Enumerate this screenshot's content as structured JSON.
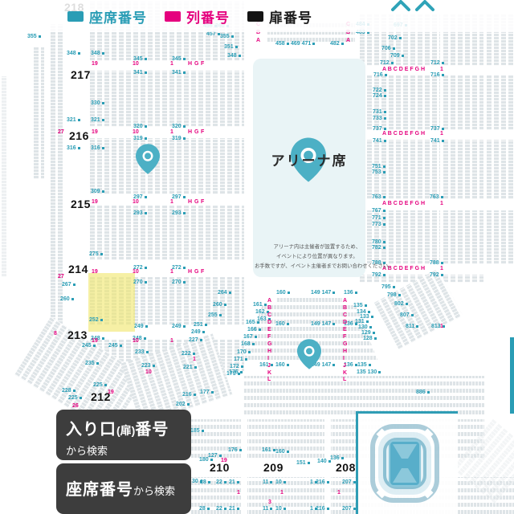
{
  "legend": {
    "items": [
      {
        "label": "座席番号",
        "color": "#2a9db5"
      },
      {
        "label": "列番号",
        "color": "#e5007e"
      },
      {
        "label": "扉番号",
        "color": "#141414"
      }
    ]
  },
  "arena": {
    "title": "アリーナ席",
    "notes": [
      "アリーナ内は主催者が設置するため、",
      "イベントにより位置が異なります。",
      "お手数ですが、イベント主催者までお問い合わせください。"
    ]
  },
  "search_buttons": {
    "entrance": {
      "part1": "入り口",
      "part2": "(扉)",
      "part3": "番号",
      "line2": "から検索"
    },
    "seat": {
      "big": "座席番号",
      "small": "から検索"
    }
  },
  "colors": {
    "seat_number": "#2a9db5",
    "row_number": "#e5007e",
    "door_number": "#1a1a1a",
    "pin": "#4cb0c5",
    "highlight": "#efe87a",
    "minimap_accent": "#2f9db5",
    "panel_bg": "#e9f4f6"
  },
  "icons": {
    "close": "collapse-icon",
    "pin": "location-pin",
    "minimap": "venue-overview"
  },
  "map": {
    "door_numbers": [
      [
        "218",
        80,
        2
      ],
      [
        "217",
        88,
        86
      ],
      [
        "216",
        86,
        162
      ],
      [
        "215",
        88,
        247
      ],
      [
        "214",
        85,
        328
      ],
      [
        "213",
        84,
        410
      ],
      [
        "212",
        113,
        487
      ],
      [
        "210",
        261,
        575
      ],
      [
        "209",
        328,
        575
      ],
      [
        "208",
        418,
        575
      ]
    ],
    "seat_numbers": [
      [
        "355",
        34,
        42
      ],
      [
        "360",
        268,
        29
      ],
      [
        "355",
        274,
        42
      ],
      [
        "351",
        279,
        55
      ],
      [
        "348",
        283,
        66
      ],
      [
        "456",
        253,
        29
      ],
      [
        "457",
        257,
        39
      ],
      [
        "458",
        343,
        51
      ],
      [
        "469 471",
        362,
        51
      ],
      [
        "482",
        411,
        51
      ],
      [
        "484",
        443,
        27
      ],
      [
        "483",
        443,
        37
      ],
      [
        "697",
        490,
        28
      ],
      [
        "702",
        483,
        44
      ],
      [
        "706",
        475,
        57
      ],
      [
        "709",
        486,
        66
      ],
      [
        "712",
        473,
        75
      ],
      [
        "712",
        536,
        75
      ],
      [
        "716",
        465,
        90
      ],
      [
        "716",
        536,
        90
      ],
      [
        "722",
        464,
        109
      ],
      [
        "724",
        464,
        116
      ],
      [
        "731",
        464,
        136
      ],
      [
        "733",
        464,
        144
      ],
      [
        "737",
        464,
        157
      ],
      [
        "737",
        536,
        157
      ],
      [
        "741",
        464,
        172
      ],
      [
        "741",
        536,
        172
      ],
      [
        "751",
        463,
        204
      ],
      [
        "753",
        463,
        211
      ],
      [
        "763",
        463,
        242
      ],
      [
        "763",
        535,
        242
      ],
      [
        "767",
        463,
        259
      ],
      [
        "771",
        463,
        268
      ],
      [
        "773",
        463,
        276
      ],
      [
        "780",
        463,
        298
      ],
      [
        "782",
        463,
        305
      ],
      [
        "788",
        463,
        324
      ],
      [
        "788",
        535,
        324
      ],
      [
        "792",
        463,
        339
      ],
      [
        "792",
        535,
        339
      ],
      [
        "795",
        475,
        354
      ],
      [
        "798",
        482,
        364
      ],
      [
        "802",
        491,
        375
      ],
      [
        "807",
        498,
        389
      ],
      [
        "811",
        505,
        403
      ],
      [
        "813",
        537,
        403
      ],
      [
        "886",
        518,
        485
      ],
      [
        "348",
        83,
        63
      ],
      [
        "348",
        113,
        63
      ],
      [
        "345",
        166,
        70
      ],
      [
        "345",
        214,
        70
      ],
      [
        "341",
        166,
        87
      ],
      [
        "341",
        214,
        87
      ],
      [
        "330",
        113,
        125
      ],
      [
        "321",
        83,
        146
      ],
      [
        "321",
        113,
        146
      ],
      [
        "320",
        166,
        154
      ],
      [
        "320",
        214,
        154
      ],
      [
        "319",
        166,
        169
      ],
      [
        "319",
        214,
        169
      ],
      [
        "316",
        83,
        181
      ],
      [
        "316",
        113,
        181
      ],
      [
        "309",
        113,
        235
      ],
      [
        "297",
        166,
        242
      ],
      [
        "297",
        214,
        242
      ],
      [
        "293",
        166,
        262
      ],
      [
        "293",
        214,
        262
      ],
      [
        "275",
        111,
        313
      ],
      [
        "272",
        166,
        330
      ],
      [
        "272",
        214,
        330
      ],
      [
        "270",
        166,
        348
      ],
      [
        "270",
        214,
        348
      ],
      [
        "267",
        77,
        351
      ],
      [
        "260",
        75,
        369
      ],
      [
        "252",
        111,
        395
      ],
      [
        "249",
        167,
        403
      ],
      [
        "249",
        214,
        403
      ],
      [
        "248",
        113,
        418
      ],
      [
        "248",
        165,
        418
      ],
      [
        "245",
        102,
        427
      ],
      [
        "245",
        135,
        427
      ],
      [
        "235",
        106,
        449
      ],
      [
        "233",
        168,
        435
      ],
      [
        "228",
        77,
        483
      ],
      [
        "225",
        116,
        476
      ],
      [
        "225",
        85,
        492
      ],
      [
        "223",
        176,
        452
      ],
      [
        "222",
        226,
        437
      ],
      [
        "221",
        228,
        454
      ],
      [
        "227",
        235,
        420
      ],
      [
        "216",
        227,
        488
      ],
      [
        "202",
        219,
        500
      ],
      [
        "264",
        271,
        361
      ],
      [
        "260",
        265,
        376
      ],
      [
        "255",
        259,
        389
      ],
      [
        "251",
        241,
        401
      ],
      [
        "249",
        238,
        410
      ],
      [
        "160",
        344,
        361
      ],
      [
        "149 147",
        387,
        361
      ],
      [
        "136",
        428,
        361
      ],
      [
        "161",
        315,
        376
      ],
      [
        "162",
        318,
        385
      ],
      [
        "163",
        320,
        394
      ],
      [
        "165",
        306,
        398
      ],
      [
        "166",
        308,
        407
      ],
      [
        "167",
        303,
        416
      ],
      [
        "168",
        300,
        425
      ],
      [
        "170",
        295,
        435
      ],
      [
        "171",
        291,
        444
      ],
      [
        "172",
        286,
        453
      ],
      [
        "173",
        282,
        462
      ],
      [
        "160",
        343,
        400
      ],
      [
        "149 147",
        387,
        400
      ],
      [
        "136",
        428,
        400
      ],
      [
        "161",
        323,
        451
      ],
      [
        "160",
        343,
        451
      ],
      [
        "149 147",
        387,
        451
      ],
      [
        "136",
        428,
        451
      ],
      [
        "135",
        445,
        451
      ],
      [
        "176",
        285,
        460
      ],
      [
        "135 130",
        444,
        460
      ],
      [
        "135",
        440,
        377
      ],
      [
        "134",
        444,
        385
      ],
      [
        "133",
        448,
        391
      ],
      [
        "131",
        442,
        397
      ],
      [
        "130",
        446,
        404
      ],
      [
        "129",
        450,
        411
      ],
      [
        "128",
        452,
        418
      ],
      [
        "177",
        249,
        485
      ],
      [
        "185",
        237,
        533
      ],
      [
        "180",
        248,
        569
      ],
      [
        "127",
        259,
        564
      ],
      [
        "176",
        284,
        557
      ],
      [
        "161",
        326,
        557
      ],
      [
        "160",
        343,
        559
      ],
      [
        "151",
        369,
        573
      ],
      [
        "140",
        395,
        571
      ],
      [
        "136",
        411,
        567
      ],
      [
        "30",
        239,
        596
      ],
      [
        "28",
        249,
        597
      ],
      [
        "22",
        269,
        597
      ],
      [
        "21",
        285,
        597
      ],
      [
        "11",
        327,
        597
      ],
      [
        "10",
        343,
        597
      ],
      [
        "1",
        386,
        597
      ],
      [
        "216",
        393,
        597
      ],
      [
        "207",
        426,
        597
      ],
      [
        "28",
        248,
        630
      ],
      [
        "22",
        269,
        630
      ],
      [
        "21",
        285,
        630
      ],
      [
        "11",
        327,
        630
      ],
      [
        "10",
        343,
        630
      ],
      [
        "1",
        386,
        630
      ],
      [
        "216",
        393,
        630
      ],
      [
        "207",
        426,
        630
      ]
    ],
    "row_labels": [
      [
        "C",
        319,
        27
      ],
      [
        "B",
        319,
        37
      ],
      [
        "A",
        319,
        47
      ],
      [
        "C",
        431,
        27
      ],
      [
        "B",
        431,
        37
      ],
      [
        "A",
        431,
        47
      ],
      [
        "A B C D E F G H",
        476,
        83
      ],
      [
        "1",
        548,
        83
      ],
      [
        "A B C D E F G H",
        476,
        163
      ],
      [
        "1",
        548,
        163
      ],
      [
        "A B C D E F G H",
        476,
        250
      ],
      [
        "1",
        548,
        250
      ],
      [
        "A B C D E F G H",
        476,
        331
      ],
      [
        "1",
        548,
        331
      ],
      [
        "1",
        548,
        403
      ],
      [
        "19",
        114,
        76
      ],
      [
        "10",
        165,
        76
      ],
      [
        "1",
        212,
        76
      ],
      [
        "H",
        234,
        76
      ],
      [
        "G",
        242,
        76
      ],
      [
        "F",
        250,
        76
      ],
      [
        "27",
        72,
        161
      ],
      [
        "19",
        114,
        161
      ],
      [
        "10",
        165,
        161
      ],
      [
        "1",
        212,
        161
      ],
      [
        "H",
        234,
        161
      ],
      [
        "G",
        242,
        161
      ],
      [
        "F",
        250,
        161
      ],
      [
        "19",
        114,
        248
      ],
      [
        "10",
        165,
        248
      ],
      [
        "1",
        212,
        248
      ],
      [
        "H",
        234,
        248
      ],
      [
        "G",
        242,
        248
      ],
      [
        "F",
        250,
        248
      ],
      [
        "27",
        72,
        341
      ],
      [
        "19",
        114,
        335
      ],
      [
        "10",
        165,
        335
      ],
      [
        "1",
        212,
        335
      ],
      [
        "H",
        234,
        335
      ],
      [
        "G",
        242,
        335
      ],
      [
        "F",
        250,
        335
      ],
      [
        "8",
        67,
        412
      ],
      [
        "19",
        114,
        421
      ],
      [
        "10",
        165,
        421
      ],
      [
        "1",
        212,
        421
      ],
      [
        "26",
        90,
        502
      ],
      [
        "19",
        134,
        485
      ],
      [
        "10",
        181,
        460
      ],
      [
        "1",
        240,
        444
      ],
      [
        "19",
        275,
        570
      ],
      [
        "1",
        295,
        610
      ],
      [
        "1",
        349,
        610
      ],
      [
        "3",
        334,
        622
      ],
      [
        "1",
        420,
        610
      ],
      [
        "A",
        333,
        371
      ],
      [
        "B",
        333,
        380
      ],
      [
        "C",
        333,
        389
      ],
      [
        "D",
        333,
        398
      ],
      [
        "E",
        333,
        407
      ],
      [
        "F",
        333,
        416
      ],
      [
        "G",
        333,
        425
      ],
      [
        "H",
        333,
        434
      ],
      [
        "I",
        333,
        443
      ],
      [
        "J",
        333,
        452
      ],
      [
        "K",
        333,
        461
      ],
      [
        "L",
        333,
        469
      ],
      [
        "A",
        427,
        371
      ],
      [
        "B",
        427,
        380
      ],
      [
        "C",
        427,
        389
      ],
      [
        "D",
        427,
        398
      ],
      [
        "E",
        427,
        407
      ],
      [
        "F",
        427,
        416
      ],
      [
        "G",
        427,
        425
      ],
      [
        "H",
        427,
        434
      ],
      [
        "I",
        427,
        443
      ],
      [
        "J",
        427,
        452
      ],
      [
        "K",
        427,
        461
      ],
      [
        "L",
        427,
        469
      ]
    ]
  }
}
